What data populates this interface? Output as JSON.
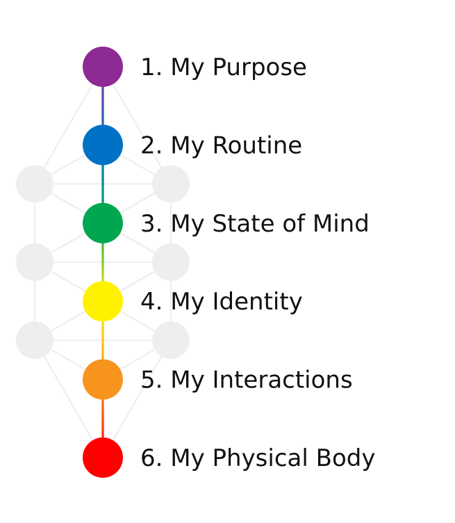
{
  "levels": [
    {
      "label": "1. My Purpose",
      "color": "#8e2a94"
    },
    {
      "label": "2. My Routine",
      "color": "#0072c6"
    },
    {
      "label": "3. My State of Mind",
      "color": "#00a650"
    },
    {
      "label": "4. My Identity",
      "color": "#fff200"
    },
    {
      "label": "5. My Interactions",
      "color": "#f7941d"
    },
    {
      "label": "6. My Physical Body",
      "color": "#ff0000"
    }
  ],
  "background_lattice_color": "#eeeeee"
}
